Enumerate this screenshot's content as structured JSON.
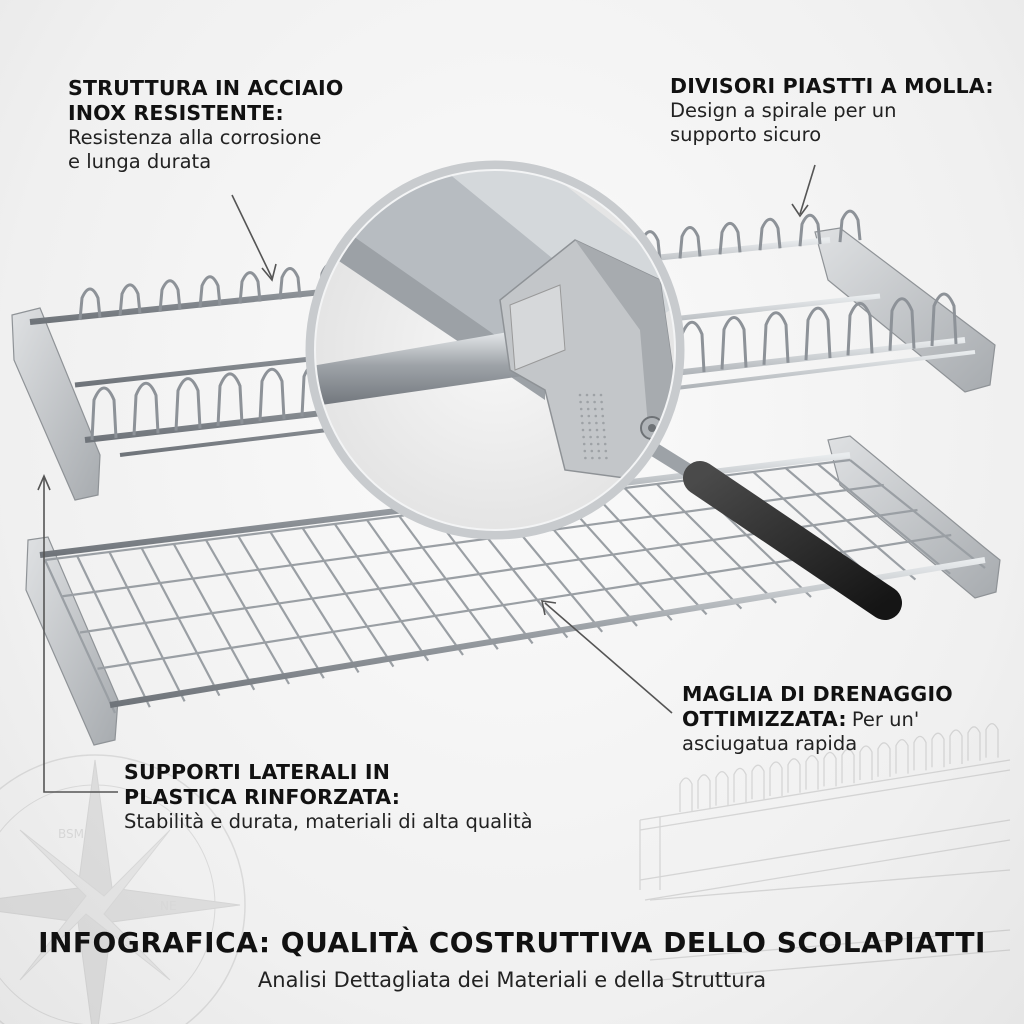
{
  "callouts": {
    "steel": {
      "heading_1": "STRUTTURA IN ACCIAIO",
      "heading_2": "INOX RESISTENTE:",
      "body_1": "Resistenza alla corrosione",
      "body_2": "e lunga durata"
    },
    "dividers": {
      "heading": "DIVISORI PIASTTI A MOLLA:",
      "body_1": "Design a spirale per un",
      "body_2": "supporto sicuro"
    },
    "mesh": {
      "heading_1": "MAGLIA DI DRENAGGIO",
      "heading_2": "OTTIMIZZATA:",
      "body_inline": "Per un'",
      "body_2": "asciugatua rapida"
    },
    "supports": {
      "heading_1": "SUPPORTI LATERALI IN",
      "heading_2": "PLASTICA RINFORZATA:",
      "body_1": "Stabilità e durata, materiali di alta qualità"
    }
  },
  "footer": {
    "title": "INFOGRAFICA: QUALITÀ COSTRUTTIVA DELLO SCOLAPIATTI",
    "subtitle": "Analisi Dettagliata dei Materiali e della Struttura"
  },
  "compass": {
    "label_1": "BSM",
    "label_2": "NE"
  },
  "colors": {
    "steel": "#a9aeb3",
    "steel_dark": "#7b8085",
    "plastic": "#c9cbcd",
    "text": "#111111",
    "handle": "#2a2a2a"
  },
  "icons": [
    "magnifying-glass-icon",
    "compass-rose-icon"
  ]
}
